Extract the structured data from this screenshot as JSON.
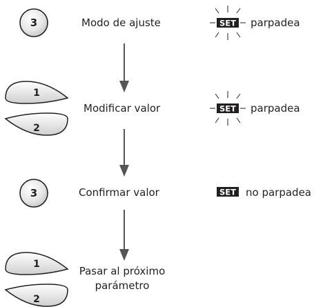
{
  "steps": [
    {
      "button_labels": [
        "3"
      ],
      "action": "Modo de ajuste",
      "indicator": "SET",
      "indicator_blinking": true,
      "status": "parpadea"
    },
    {
      "button_labels": [
        "1",
        "2"
      ],
      "action": "Modificar valor",
      "indicator": "SET",
      "indicator_blinking": true,
      "status": "parpadea"
    },
    {
      "button_labels": [
        "3"
      ],
      "action": "Confirmar valor",
      "indicator": "SET",
      "indicator_blinking": false,
      "status": "no parpadea"
    },
    {
      "button_labels": [
        "1",
        "2"
      ],
      "action_line1": "Pasar al próximo",
      "action_line2": "parámetro"
    }
  ],
  "colors": {
    "button_fill_top": "#f7f7f7",
    "button_fill_bottom": "#c8c8c8",
    "outline": "#231f20",
    "arrow": "#555555"
  }
}
